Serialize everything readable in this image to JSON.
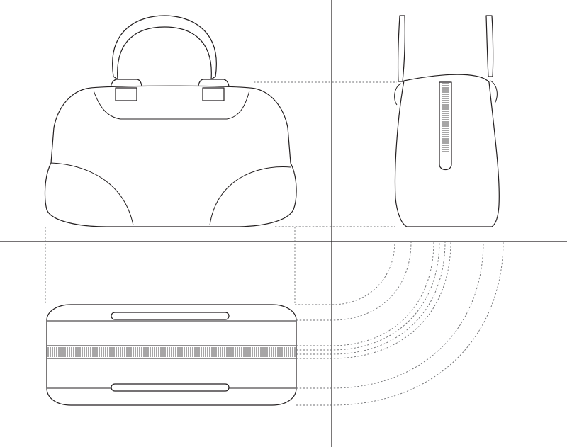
{
  "diagram": {
    "views": [
      "front-view",
      "side-view",
      "top-view"
    ],
    "colors": {
      "line": "#231f20",
      "projection": "#6d6e71",
      "background": "#ffffff"
    }
  }
}
